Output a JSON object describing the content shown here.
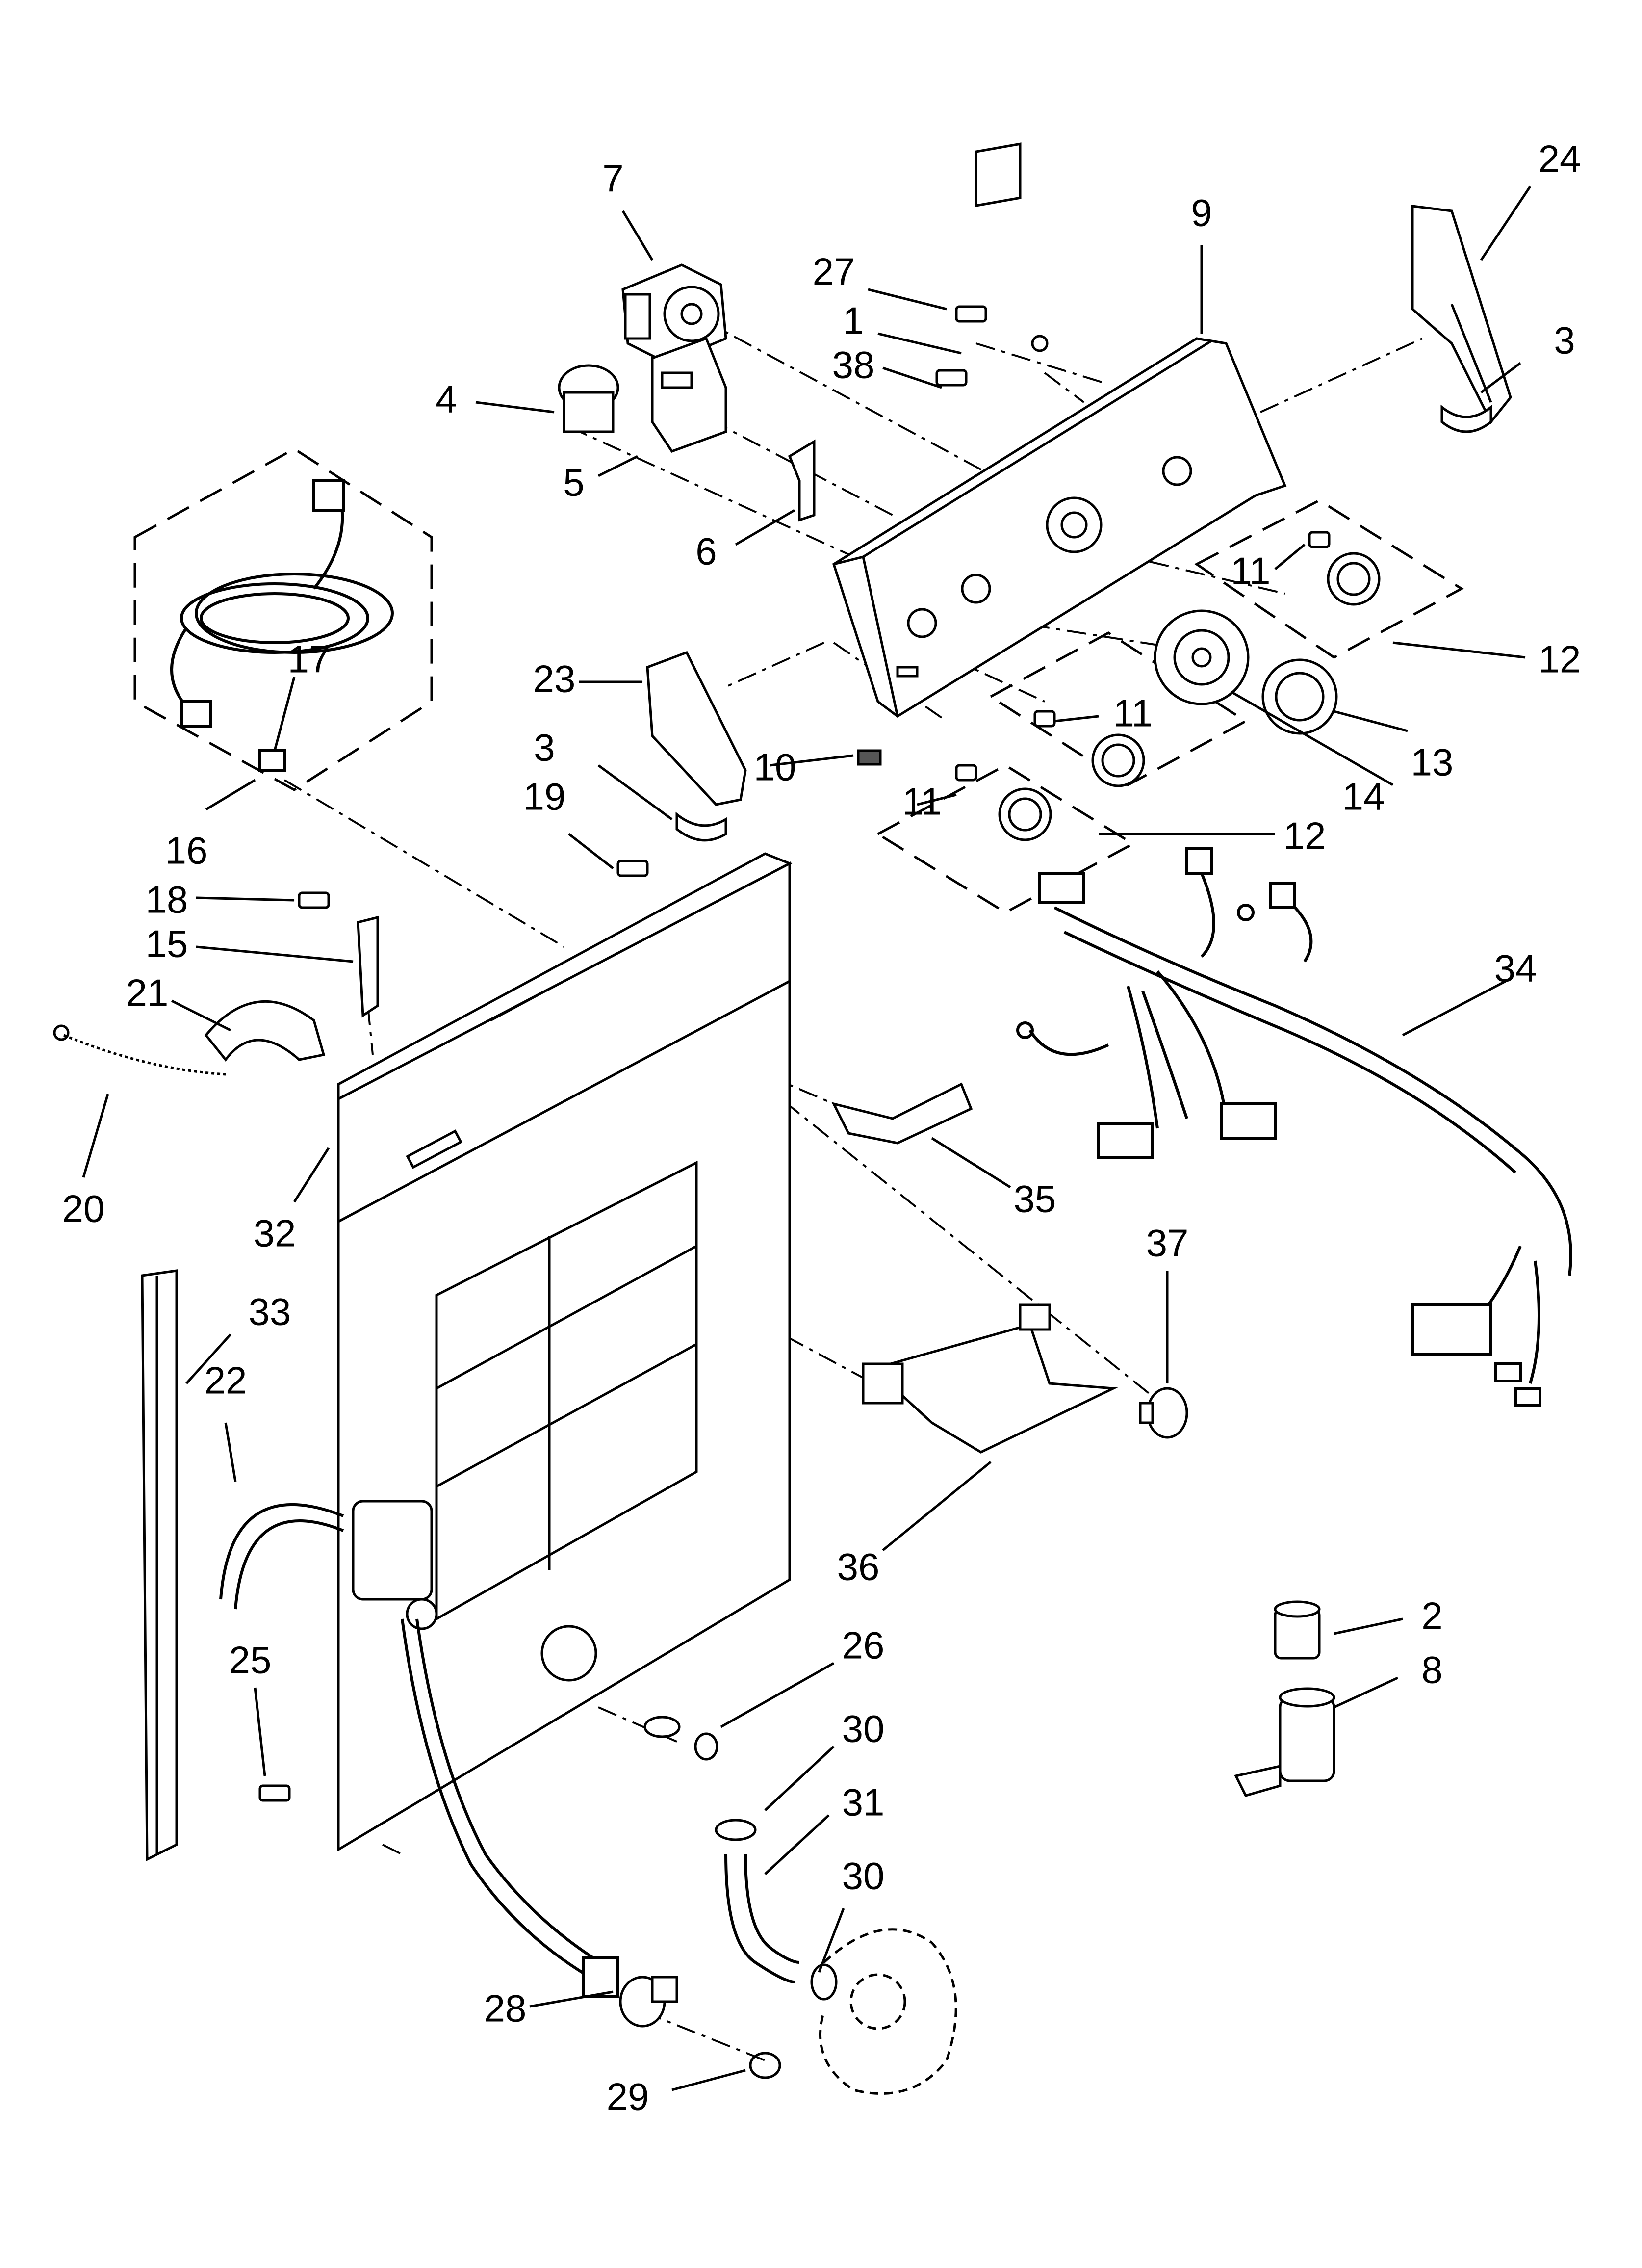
{
  "callouts": [
    {
      "id": "1",
      "label": "1"
    },
    {
      "id": "2",
      "label": "2"
    },
    {
      "id": "3a",
      "label": "3"
    },
    {
      "id": "3b",
      "label": "3"
    },
    {
      "id": "4",
      "label": "4"
    },
    {
      "id": "5",
      "label": "5"
    },
    {
      "id": "6",
      "label": "6"
    },
    {
      "id": "7",
      "label": "7"
    },
    {
      "id": "8",
      "label": "8"
    },
    {
      "id": "9",
      "label": "9"
    },
    {
      "id": "10",
      "label": "10"
    },
    {
      "id": "11a",
      "label": "11"
    },
    {
      "id": "11b",
      "label": "11"
    },
    {
      "id": "11c",
      "label": "11"
    },
    {
      "id": "12a",
      "label": "12"
    },
    {
      "id": "12b",
      "label": "12"
    },
    {
      "id": "13",
      "label": "13"
    },
    {
      "id": "14",
      "label": "14"
    },
    {
      "id": "15",
      "label": "15"
    },
    {
      "id": "16",
      "label": "16"
    },
    {
      "id": "17",
      "label": "17"
    },
    {
      "id": "18",
      "label": "18"
    },
    {
      "id": "19",
      "label": "19"
    },
    {
      "id": "20",
      "label": "20"
    },
    {
      "id": "21",
      "label": "21"
    },
    {
      "id": "22",
      "label": "22"
    },
    {
      "id": "23",
      "label": "23"
    },
    {
      "id": "24",
      "label": "24"
    },
    {
      "id": "25",
      "label": "25"
    },
    {
      "id": "26",
      "label": "26"
    },
    {
      "id": "27",
      "label": "27"
    },
    {
      "id": "28",
      "label": "28"
    },
    {
      "id": "29",
      "label": "29"
    },
    {
      "id": "30a",
      "label": "30"
    },
    {
      "id": "30b",
      "label": "30"
    },
    {
      "id": "31",
      "label": "31"
    },
    {
      "id": "32",
      "label": "32"
    },
    {
      "id": "33",
      "label": "33"
    },
    {
      "id": "34",
      "label": "34"
    },
    {
      "id": "35",
      "label": "35"
    },
    {
      "id": "36",
      "label": "36"
    },
    {
      "id": "37",
      "label": "37"
    },
    {
      "id": "38",
      "label": "38"
    }
  ],
  "colors": {
    "ink": "#000000",
    "paper": "#ffffff",
    "shade": "#bdbdbd"
  }
}
